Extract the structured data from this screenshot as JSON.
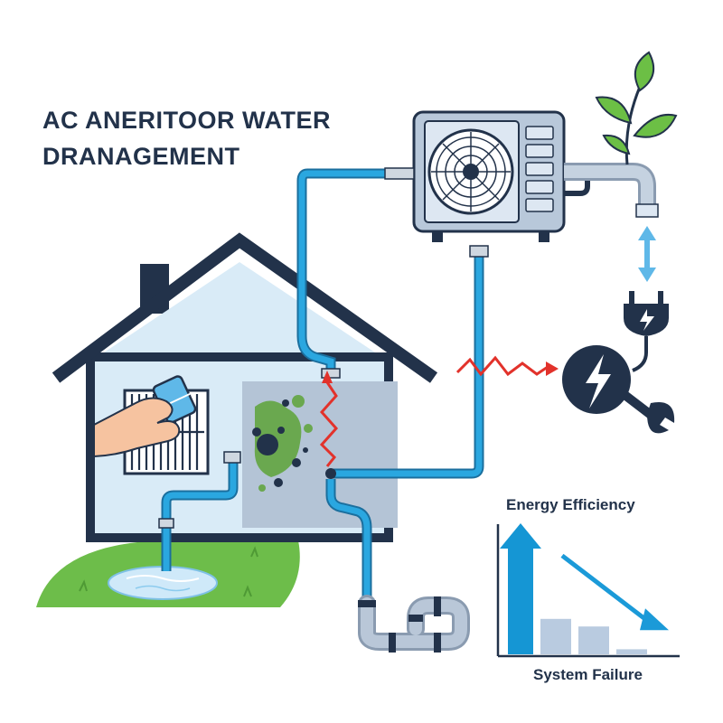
{
  "title": {
    "line1": "AC ANERITOOR WATER",
    "line2": "DRANAGEMENT"
  },
  "chart_data": {
    "type": "bar",
    "top_label": "Energy Efficiency",
    "bottom_label": "System Failure",
    "categories": [
      "",
      "",
      "",
      ""
    ],
    "values": [
      85,
      28,
      22,
      4
    ],
    "ylim": [
      0,
      100
    ],
    "trend": {
      "from": 78,
      "to": 22
    }
  },
  "colors": {
    "outline": "#22324a",
    "pipe": "#2aa7e0",
    "pipe_stroke": "#1b6f9e",
    "wall": "#d9ebf7",
    "panel": "#b4c4d6",
    "unit_body": "#b8c8da",
    "grass": "#6dbd4a",
    "mold": "#6aa84f",
    "water": "#cfe9f9",
    "spark": "#e2322b",
    "leaf": "#6cbf45",
    "bar_main": "#1596d4",
    "bar_small": "#b9cbe0",
    "arrow_trend": "#1b9ad8",
    "text": "#22324a",
    "skin": "#f6c3a0"
  },
  "icons": [
    "air-conditioner-unit-icon",
    "fan-icon",
    "plant-leaf-icon",
    "power-plug-icon",
    "lightning-bolt-icon",
    "wrench-icon",
    "mold-icon",
    "water-puddle-icon",
    "hand-icon",
    "filter-icon",
    "brush-icon"
  ]
}
